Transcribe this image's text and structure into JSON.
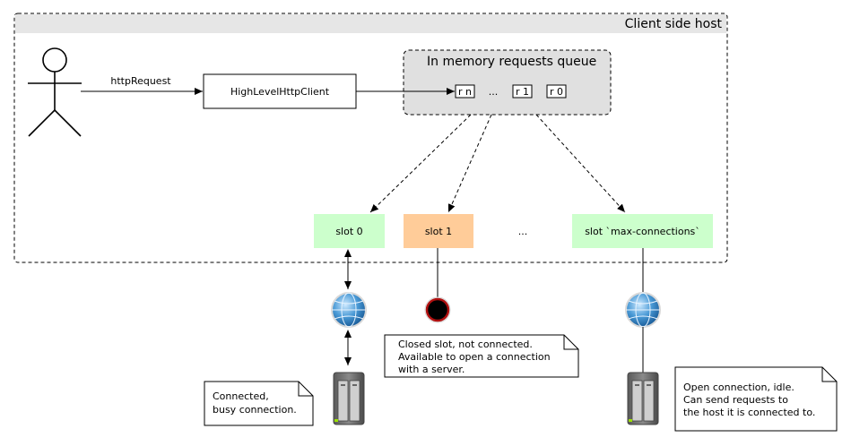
{
  "host": {
    "title": "Client side host"
  },
  "user": {
    "request_label": "httpRequest"
  },
  "client": {
    "label": "HighLevelHttpClient"
  },
  "queue": {
    "title": "In memory requests queue",
    "items": [
      "r n",
      "...",
      "r 1",
      "r 0"
    ]
  },
  "slots": [
    {
      "label": "slot 0",
      "color": "#ccffcc"
    },
    {
      "label": "slot 1",
      "color": "#ffcc99"
    },
    {
      "label": "...",
      "color": "#ffffff"
    },
    {
      "label": "slot `max-connections`",
      "color": "#ccffcc"
    }
  ],
  "notes": {
    "connected": [
      "Connected,",
      "busy connection."
    ],
    "closed": [
      "Closed slot, not connected.",
      "Available to open a connection",
      "with a server."
    ],
    "idle": [
      "Open connection, idle.",
      "Can send requests to",
      "the host it is connected to."
    ]
  },
  "icons": [
    "actor-icon",
    "globe-icon",
    "server-icon",
    "closed-endpoint-icon"
  ]
}
